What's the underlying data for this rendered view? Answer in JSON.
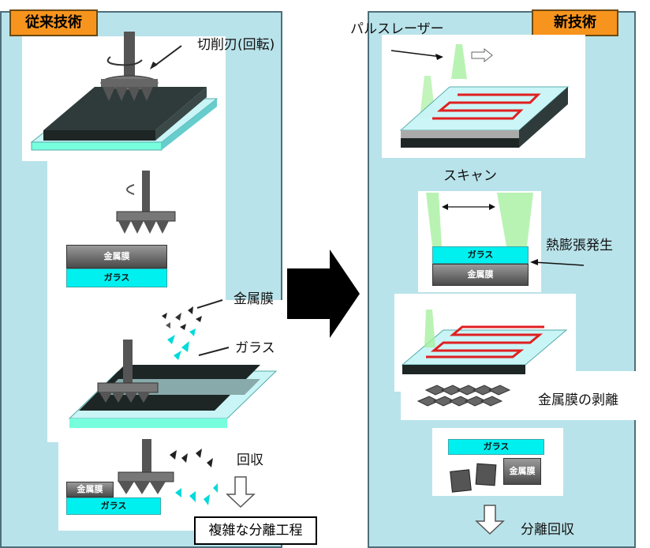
{
  "left": {
    "tag": "従来技術",
    "cutter_label": "切削刃(回転)",
    "metal_film": "金属膜",
    "glass": "ガラス",
    "metal_film_label": "金属膜",
    "glass_label": "ガラス",
    "recover_label": "回収",
    "bottom_metal": "金属膜",
    "bottom_glass": "ガラス",
    "conclusion": "複雑な分離工程"
  },
  "right": {
    "tag": "新技術",
    "laser_label": "パルスレーザー",
    "scan_label": "スキャン",
    "glass": "ガラス",
    "metal_film": "金属膜",
    "expansion_label": "熱膨張発生",
    "peel_label": "金属膜の剥離",
    "result_glass": "ガラス",
    "result_metal": "金属膜",
    "conclusion": "分離回収"
  },
  "colors": {
    "panel": "#b9e3ea",
    "tag": "#f7941d",
    "glass": "#00f0f0",
    "laser": "#a8f0a0",
    "scan_line": "#e02020"
  }
}
